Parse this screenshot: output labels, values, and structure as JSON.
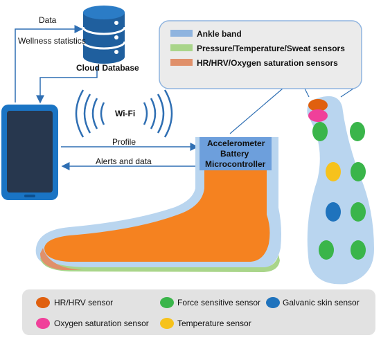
{
  "top_labels": {
    "data": "Data",
    "wellness": "Wellness statistics",
    "cloud": "Cloud Database",
    "wifi": "Wi-Fi",
    "profile": "Profile",
    "alerts": "Alerts and data"
  },
  "device_box": {
    "line1": "Accelerometer",
    "line2": "Battery",
    "line3": "Microcontroller"
  },
  "top_legend": [
    {
      "label": "Ankle band",
      "color": "#8fb4df"
    },
    {
      "label": "Pressure/Temperature/Sweat sensors",
      "color": "#a9d58a"
    },
    {
      "label": "HR/HRV/Oxygen saturation sensors",
      "color": "#e0906a"
    }
  ],
  "bottom_legend": [
    {
      "label": "HR/HRV sensor",
      "color": "#e0600e"
    },
    {
      "label": "Force sensitive sensor",
      "color": "#3ab54a"
    },
    {
      "label": "Galvanic skin sensor",
      "color": "#1f73bd"
    },
    {
      "label": "Oxygen saturation sensor",
      "color": "#f0409a"
    },
    {
      "label": "Temperature sensor",
      "color": "#f6c21c"
    }
  ],
  "colors": {
    "band": "#b9d5ef",
    "foot": "#f58220",
    "insole_green": "#a9d58a",
    "insole_orange": "#e0906a",
    "device": "#6d9fdc",
    "phone_frame": "#1a74c4",
    "phone_screen": "#27374e",
    "arrow": "#2f6fb3"
  }
}
